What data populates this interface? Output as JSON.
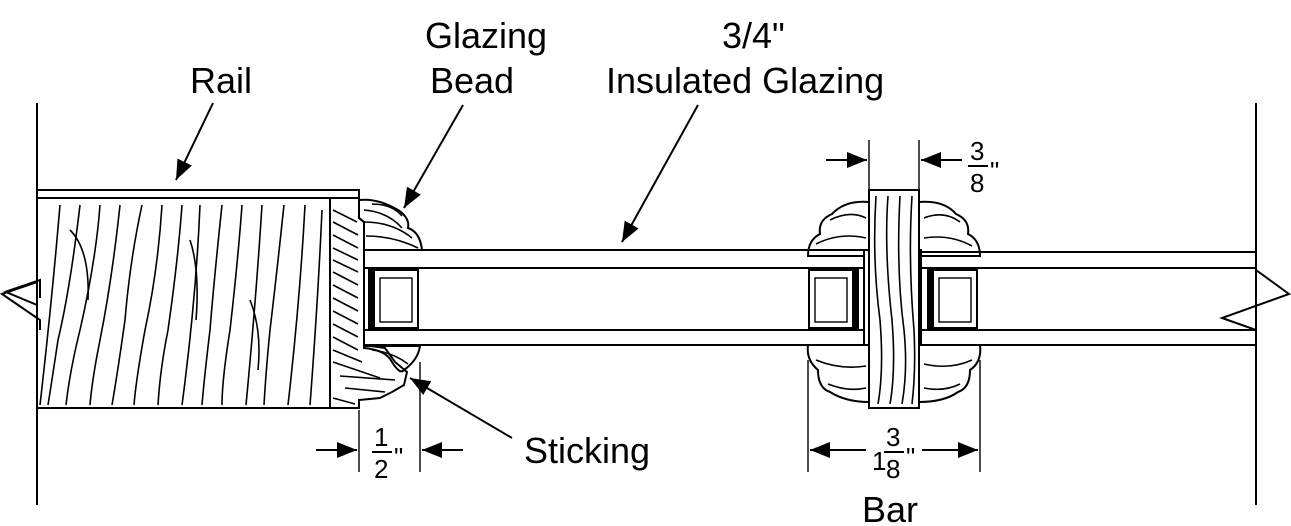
{
  "labels": {
    "rail": "Rail",
    "glazing_bead_line1": "Glazing",
    "glazing_bead_line2": "Bead",
    "insulated_line1": "3/4\"",
    "insulated_line2": "Insulated Glazing",
    "sticking": "Sticking",
    "bar": "Bar"
  },
  "dimensions": {
    "bar_top": {
      "numerator": "3",
      "denominator": "8",
      "unit": "\""
    },
    "sticking_width": {
      "numerator": "1",
      "denominator": "2",
      "unit": "\""
    },
    "bar_width": {
      "whole": "1",
      "numerator": "3",
      "denominator": "8",
      "unit": "\""
    }
  }
}
